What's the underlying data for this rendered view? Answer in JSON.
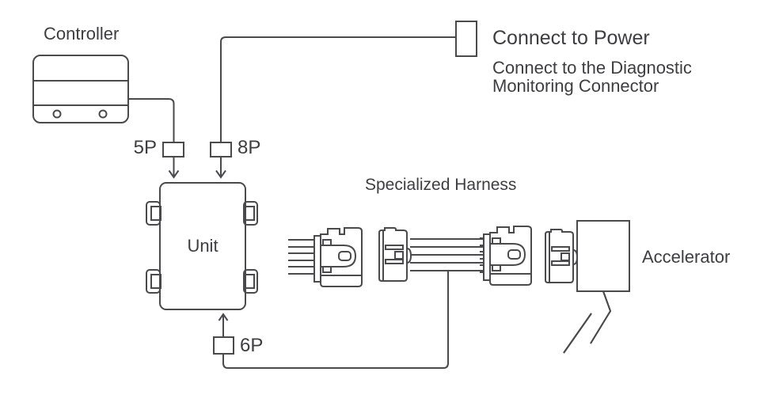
{
  "diagram": {
    "components": {
      "controller": {
        "label": "Controller"
      },
      "unit": {
        "label": "Unit"
      },
      "power": {
        "label": "Connect to Power",
        "note_lines": [
          "Connect to the Diagnostic",
          "Monitoring Connector"
        ]
      },
      "harness": {
        "label": "Specialized Harness"
      },
      "accelerator": {
        "label": "Accelerator"
      },
      "connectors": {
        "c5p": "5P",
        "c8p": "8P",
        "c6p": "6P"
      }
    },
    "colors": {
      "line": "#4a4a4c",
      "text": "#3e3e40",
      "box_fill": "#d4d4d6",
      "background": "#ffffff"
    }
  }
}
